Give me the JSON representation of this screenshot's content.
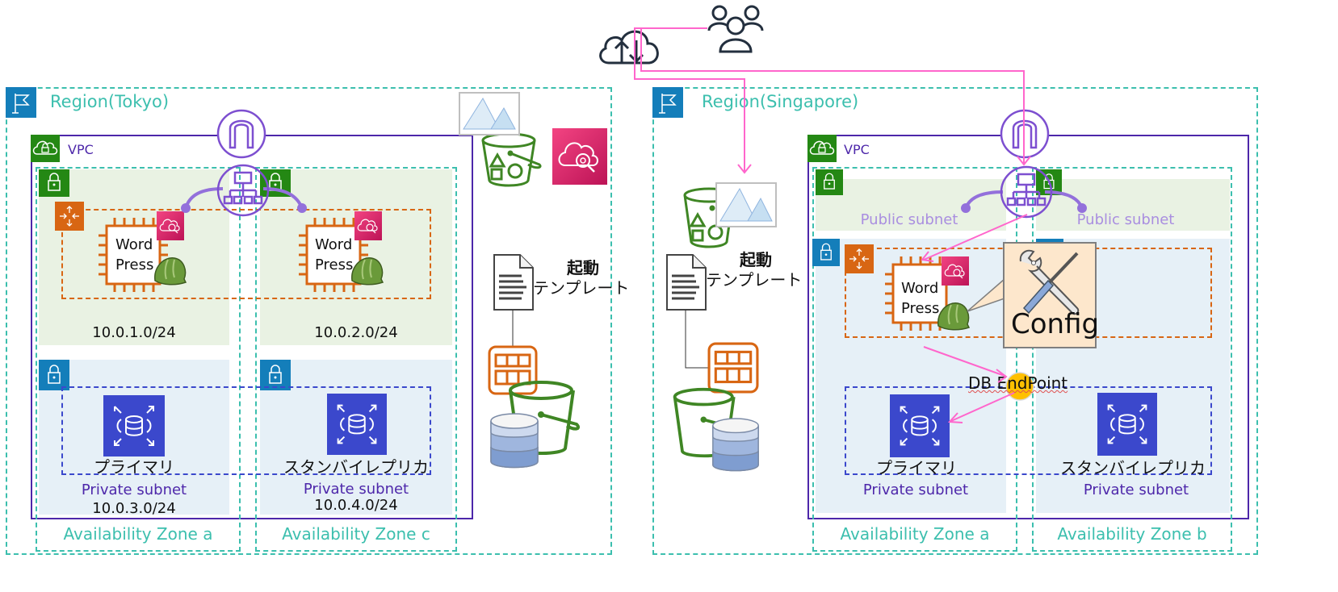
{
  "regions": [
    {
      "title": "Region(Tokyo)",
      "vpc_label": "VPC",
      "availability_zones": [
        "Availability Zone a",
        "Availability Zone c"
      ],
      "public_subnets": [
        {
          "cidr": "10.0.1.0/24",
          "instance_label_line1": "Word",
          "instance_label_line2": "Press"
        },
        {
          "cidr": "10.0.2.0/24",
          "instance_label_line1": "Word",
          "instance_label_line2": "Press"
        }
      ],
      "private_subnets": [
        {
          "label": "Private subnet",
          "cidr": "10.0.3.0/24",
          "db_role": "プライマリ"
        },
        {
          "label": "Private subnet",
          "cidr": "10.0.4.0/24",
          "db_role": "スタンバイレプリカ"
        }
      ],
      "launch_template": {
        "line1": "起動",
        "line2": "テンプレート"
      }
    },
    {
      "title": "Region(Singapore)",
      "vpc_label": "VPC",
      "availability_zones": [
        "Availability Zone a",
        "Availability Zone b"
      ],
      "public_subnets": [
        {
          "label": "Public subnet"
        },
        {
          "label": "Public subnet"
        }
      ],
      "instance": {
        "label_line1": "Word",
        "label_line2": "Press"
      },
      "private_subnets": [
        {
          "label": "Private subnet",
          "db_role": "プライマリ"
        },
        {
          "label": "Private subnet",
          "db_role": "スタンバイレプリカ"
        }
      ],
      "launch_template": {
        "line1": "起動",
        "line2": "テンプレート"
      },
      "callout": {
        "label": "Config"
      },
      "db_endpoint_label": "DB EndPoint"
    }
  ],
  "colors": {
    "region_border": "#3cbfae",
    "vpc": "#4d27aa",
    "public_subnet_bg": "#e9f2e3",
    "private_subnet_bg": "#e6f0f7",
    "ec2_orange": "#d86613",
    "rds_blue": "#3b48cc",
    "s3_green": "#3f8624",
    "cloudwatch_pink": "#e7157b",
    "flow_line": "#ff66cc",
    "endpoint_dot": "#ffc000",
    "config_callout_bg": "#fde7cc"
  }
}
